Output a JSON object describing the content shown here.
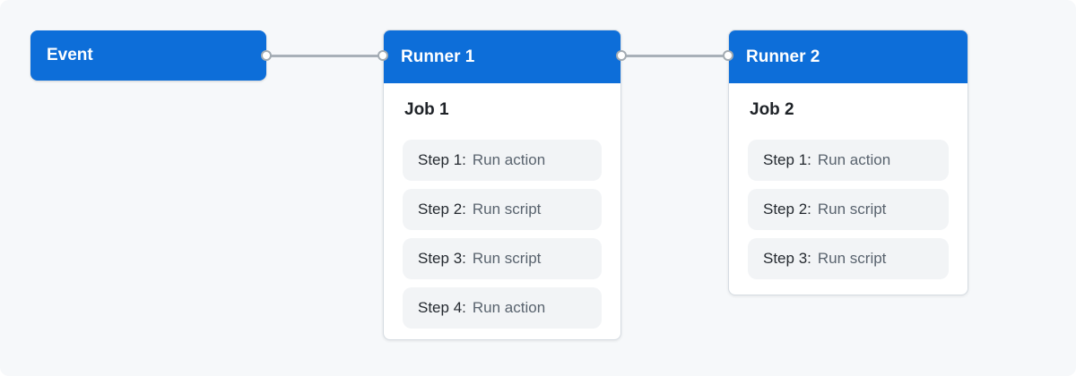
{
  "diagram": {
    "event": {
      "label": "Event"
    },
    "runners": [
      {
        "title": "Runner 1",
        "job": {
          "title": "Job 1",
          "steps": [
            {
              "label": "Step 1:",
              "value": "Run action"
            },
            {
              "label": "Step 2:",
              "value": "Run script"
            },
            {
              "label": "Step 3:",
              "value": "Run script"
            },
            {
              "label": "Step 4:",
              "value": "Run action"
            }
          ]
        }
      },
      {
        "title": "Runner 2",
        "job": {
          "title": "Job 2",
          "steps": [
            {
              "label": "Step 1:",
              "value": "Run action"
            },
            {
              "label": "Step 2:",
              "value": "Run script"
            },
            {
              "label": "Step 3:",
              "value": "Run script"
            }
          ]
        }
      }
    ],
    "colors": {
      "accent_blue": "#0d6ed9",
      "canvas_background": "#f6f8fa",
      "card_background": "#ffffff",
      "step_background": "#f2f4f6",
      "connector_gray": "#a8b0b8",
      "header_text": "#ffffff",
      "job_title_text": "#1f2328",
      "step_label_text": "#24292f",
      "step_value_text": "#59636e"
    }
  }
}
